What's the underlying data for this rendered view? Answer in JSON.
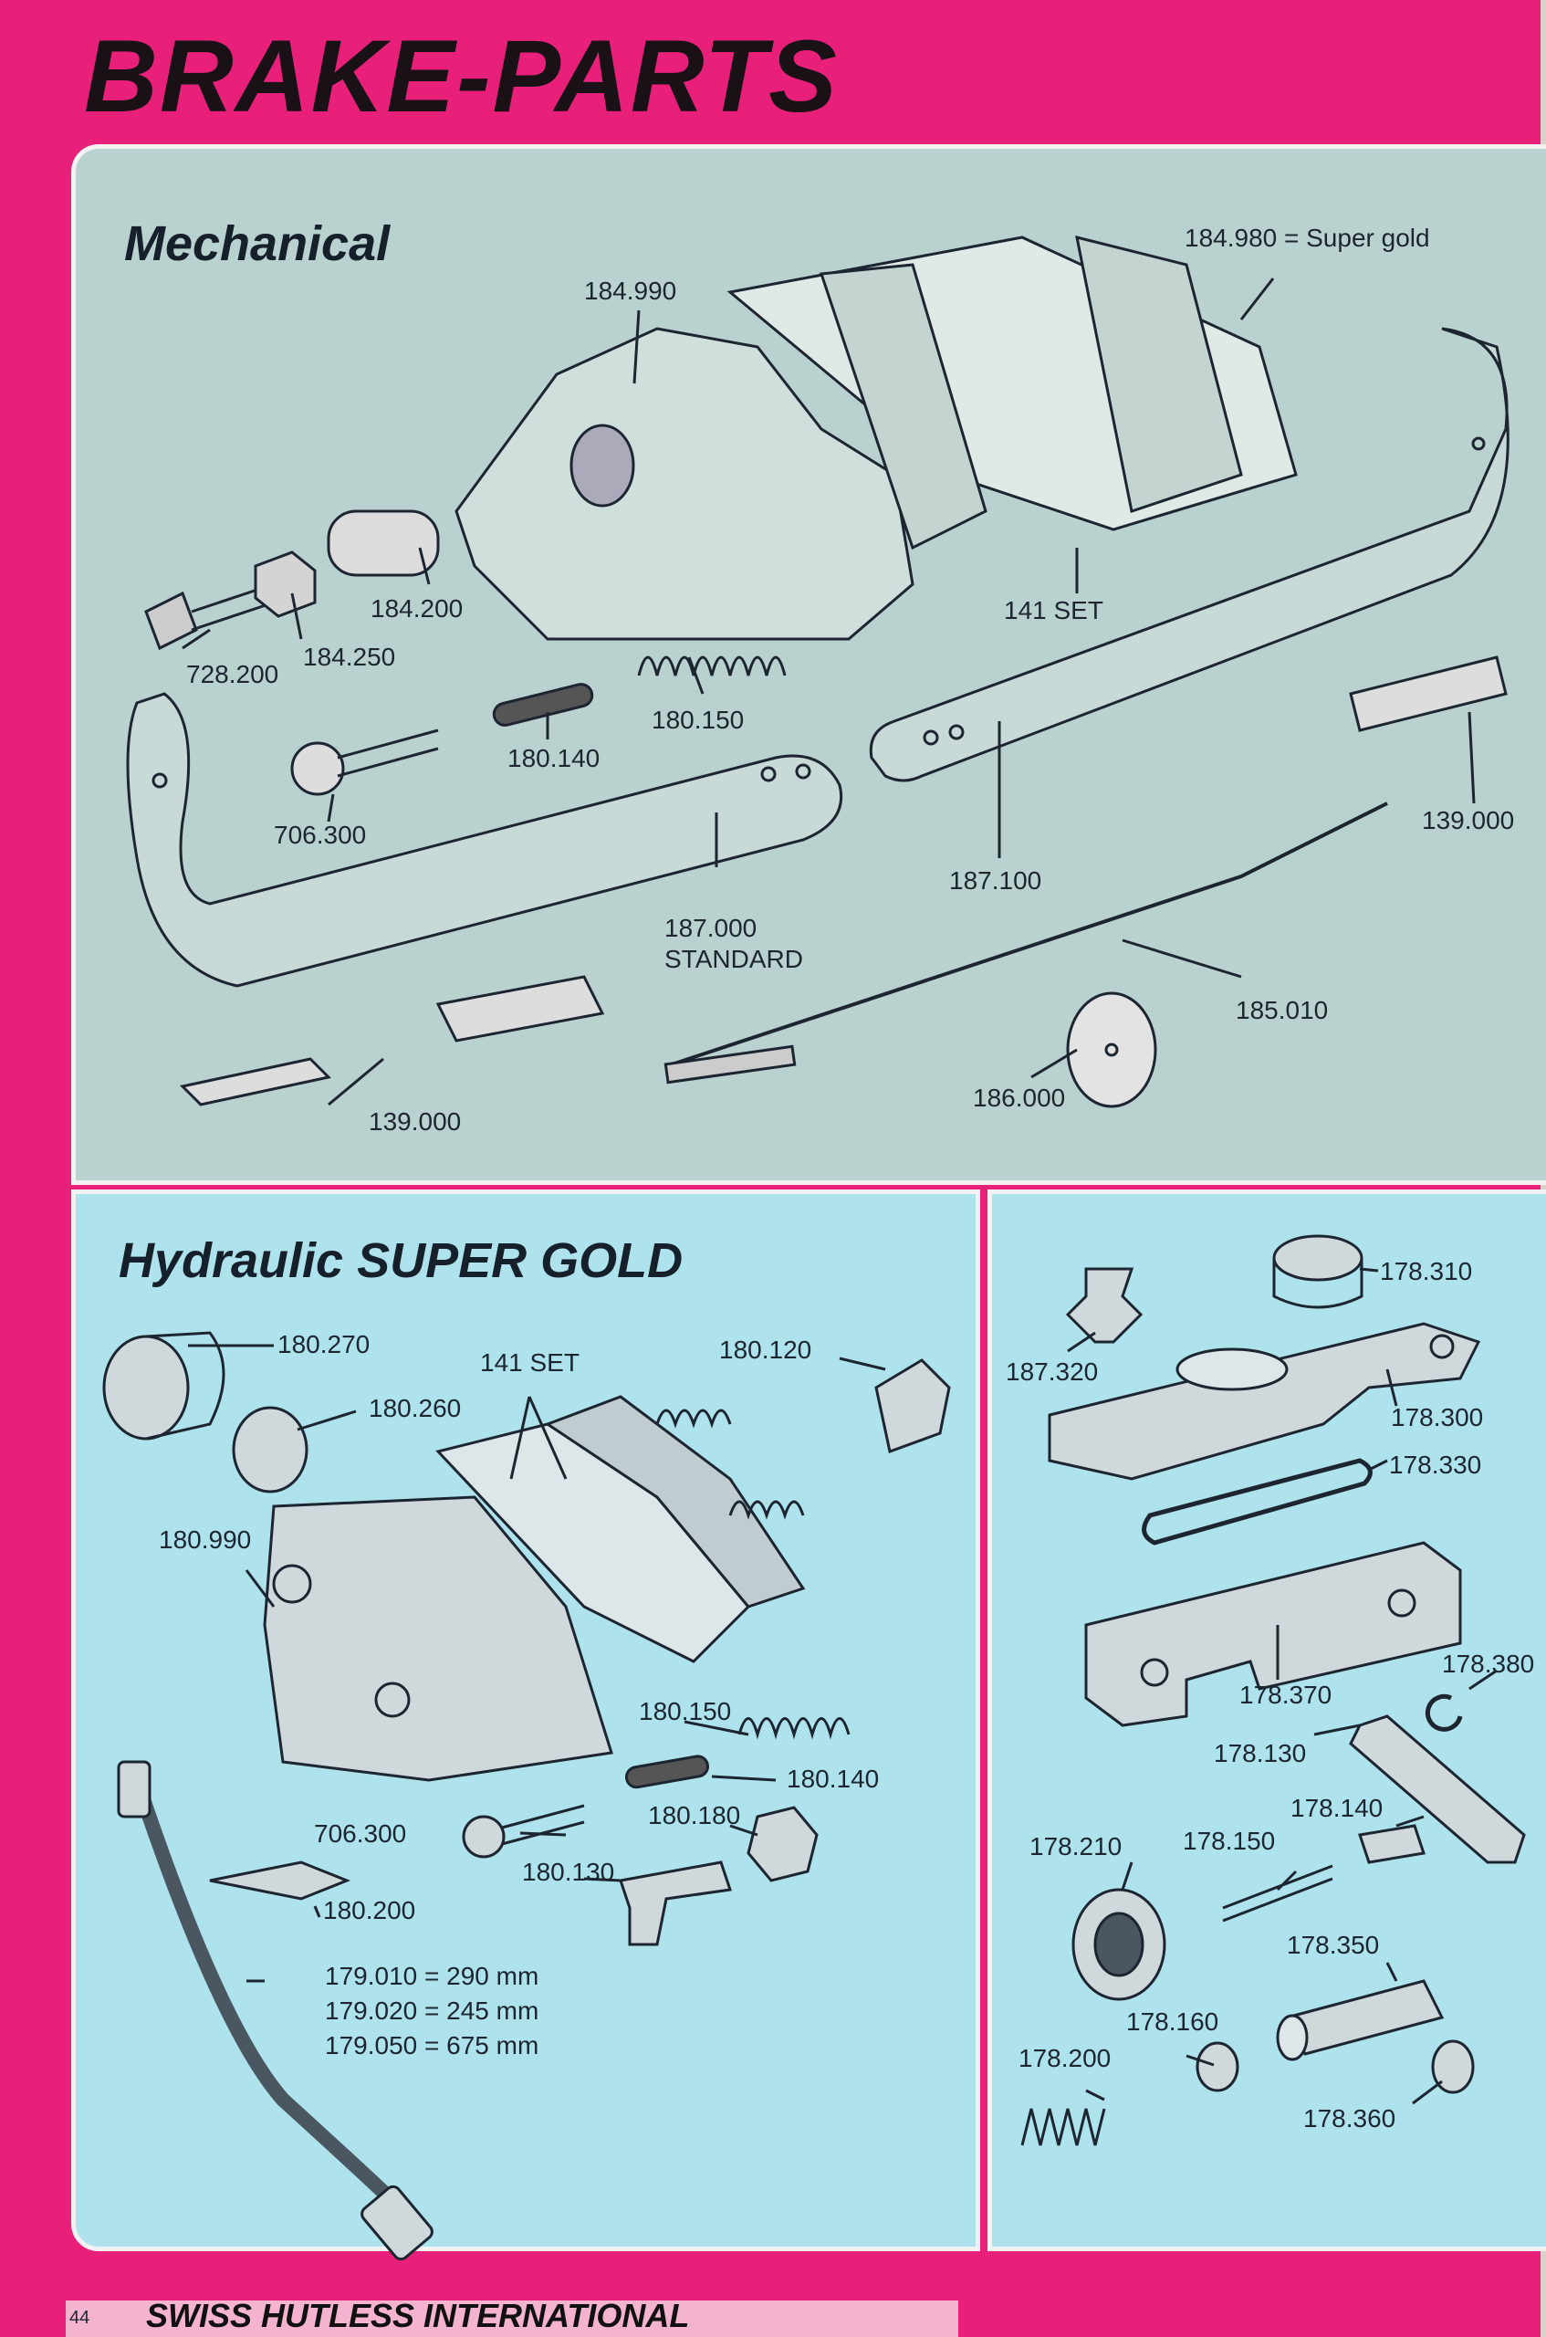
{
  "page": {
    "title": "BRAKE-PARTS",
    "page_number": "44",
    "brand": "SWISS HUTLESS INTERNATIONAL"
  },
  "colors": {
    "background": "#e8207a",
    "mechanical_panel": "#b9d2cf",
    "hydraulic_panel": "#aee2ec",
    "ink": "#1c2530"
  },
  "mechanical": {
    "title": "Mechanical",
    "labels": {
      "p184990": "184.990",
      "p184980": "184.980 = Super gold",
      "p184200": "184.200",
      "p184250": "184.250",
      "p728200": "728.200",
      "p141set": "141 SET",
      "p180150": "180.150",
      "p180140": "180.140",
      "p706300": "706.300",
      "p187000": "187.000",
      "p187000b": "STANDARD",
      "p187100": "187.100",
      "p139000a": "139.000",
      "p139000b": "139.000",
      "p185010": "185.010",
      "p186000": "186.000"
    }
  },
  "hydraulic": {
    "title": "Hydraulic SUPER GOLD",
    "labels": {
      "p180270": "180.270",
      "p180260": "180.260",
      "p141set": "141 SET",
      "p180120": "180.120",
      "p180990": "180.990",
      "p180150": "180.150",
      "p180140": "180.140",
      "p180180": "180.180",
      "p706300": "706.300",
      "p180130": "180.130",
      "p180200": "180.200",
      "p179010": "179.010 = 290 mm",
      "p179020": "179.020 = 245 mm",
      "p179050": "179.050 = 675 mm"
    }
  },
  "master": {
    "labels": {
      "p178310": "178.310",
      "p187320": "187.320",
      "p178300": "178.300",
      "p178330": "178.330",
      "p178370": "178.370",
      "p178380": "178.380",
      "p178130": "178.130",
      "p178140": "178.140",
      "p178210": "178.210",
      "p178150": "178.150",
      "p178350": "178.350",
      "p178160": "178.160",
      "p178200": "178.200",
      "p178360": "178.360"
    }
  }
}
